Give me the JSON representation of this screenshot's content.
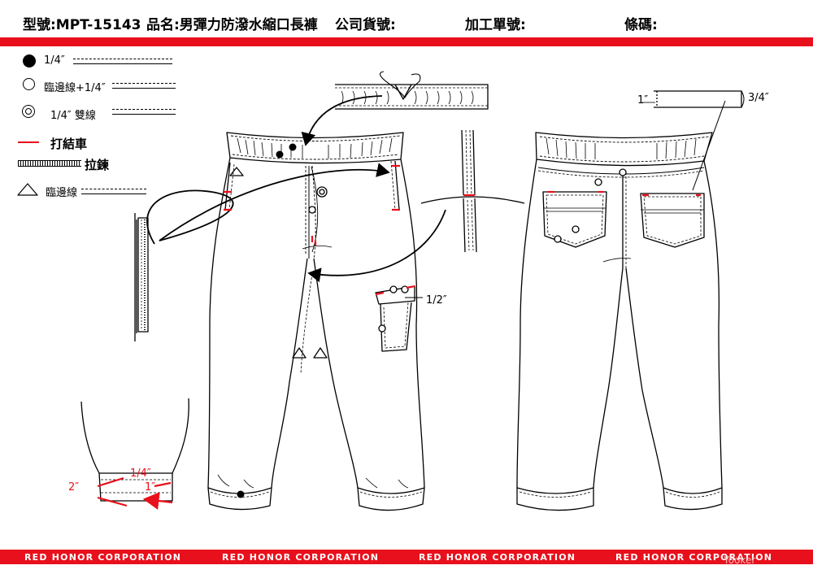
{
  "header": {
    "style_no": "型號:MPT-15143",
    "product_name": "品名:男彈力防潑水縮口長褲",
    "company_no": "公司貨號:",
    "process_no": "加工單號:",
    "barcode": "條碼:"
  },
  "legend": [
    {
      "symbol": "filled-circle",
      "label": "1/4″"
    },
    {
      "symbol": "open-circle",
      "label": "臨邊線+1/4″"
    },
    {
      "symbol": "double-circle",
      "label": "1/4″  雙線"
    },
    {
      "symbol": "red-line",
      "label": "打結車"
    },
    {
      "symbol": "zipper",
      "label": "拉鍊"
    },
    {
      "symbol": "triangle",
      "label": "臨邊線"
    }
  ],
  "annotations": {
    "hem_quarter": "1/4″",
    "hem_two": "2″",
    "hem_one": "1″",
    "pocket_flap": "1/2″",
    "back_pocket_one": "1″",
    "back_pocket_three_quarter": "3/4″"
  },
  "footer": {
    "company": [
      "RED HONOR CORPORATION",
      "RED HONOR CORPORATION",
      "RED HONOR CORPORATION",
      "RED HONOR CORPORATION"
    ],
    "watermark": "Yooker"
  },
  "colors": {
    "accent": "#e8101c",
    "line": "#000000"
  }
}
